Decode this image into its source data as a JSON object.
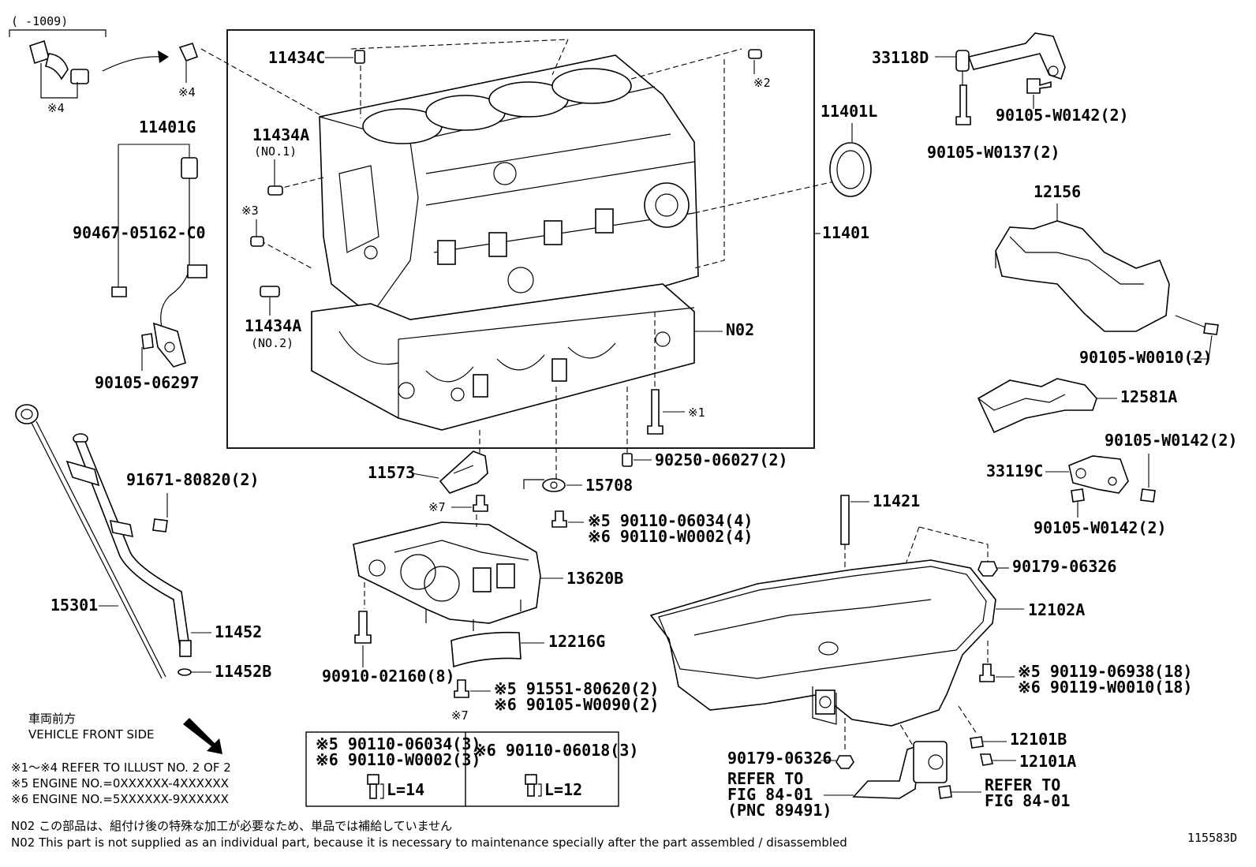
{
  "diagram_id": "115583D",
  "serial_note": "(     -1009)",
  "callouts": {
    "block_assy": "11401",
    "seal_rear": "11401L",
    "sensor": "11401G",
    "pin_11434C": "11434C",
    "pin_11434A_1": "11434A",
    "pin_11434A_1_sub": "(NO.1)",
    "pin_11434A_2": "11434A",
    "pin_11434A_2_sub": "(NO.2)",
    "ref2": "※2",
    "ref3": "※3",
    "ref4a": "※4",
    "ref4b": "※4",
    "ref1": "※1",
    "n02": "N02",
    "bolt_05162": "90467-05162-C0",
    "bolt_06297": "90105-06297",
    "bracket_33118D": "33118D",
    "bolt_w0142_a": "90105-W0142(2)",
    "bolt_w0137": "90105-W0137(2)",
    "insulator_12156": "12156",
    "bolt_w0010_a": "90105-W0010(2)",
    "insulator_12581A": "12581A",
    "bolt_w0142_b": "90105-W0142(2)",
    "bracket_33119C": "33119C",
    "bolt_w0142_c": "90105-W0142(2)",
    "guide_91671": "91671-80820(2)",
    "gauge_15301": "15301",
    "guide_11452": "11452",
    "oring_11452B": "11452B",
    "baffle_11573": "11573",
    "pin_90250": "90250-06027(2)",
    "nozzle_15708": "15708",
    "ref7a": "※7",
    "bolt_06034_4": "※5  90110-06034(4)",
    "bolt_w0002_4": "※6  90110-W0002(4)",
    "balancer_13620B": "13620B",
    "plate_12216G": "12216G",
    "bolt_02160": "90910-02160(8)",
    "bolt_80620": "※5  91551-80620(2)",
    "bolt_w0090": "※6  90105-W0090(2)",
    "ref7b": "※7",
    "stud_11421": "11421",
    "nut_06326_a": "90179-06326",
    "pan_12102A": "12102A",
    "bolt_06938": "※5  90119-06938(18)",
    "bolt_w0010_b": "※6  90119-W0010(18)",
    "plug_12101B": "12101B",
    "gasket_12101A": "12101A",
    "nut_06326_b": "90179-06326",
    "refer_to_a1": "REFER TO",
    "refer_to_a2": "FIG 84-01",
    "refer_to_a3": "(PNC 89491)",
    "refer_to_b1": "REFER TO",
    "refer_to_b2": "FIG 84-01"
  },
  "bolt_table": {
    "left_line1": "※5  90110-06034(3)",
    "left_line2": "※6  90110-W0002(3)",
    "right_line1": "※6  90110-06018(3)",
    "left_length": "L=14",
    "right_length": "L=12"
  },
  "notes": {
    "front_jp": "車両前方",
    "front_en": "VEHICLE FRONT SIDE",
    "ref_1_4": "※1～※4  REFER TO ILLUST NO. 2 OF 2",
    "engine_5": "※5  ENGINE NO.=0XXXXXX-4XXXXXX",
    "engine_6": "※6  ENGINE NO.=5XXXXXX-9XXXXXX",
    "n02_jp": "N02  この部品は、組付け後の特殊な加工が必要なため、単品では補給していません",
    "n02_en": "N02  This part is not supplied as an individual part, because it is necessary to maintenance specially after the part assembled / disassembled"
  }
}
